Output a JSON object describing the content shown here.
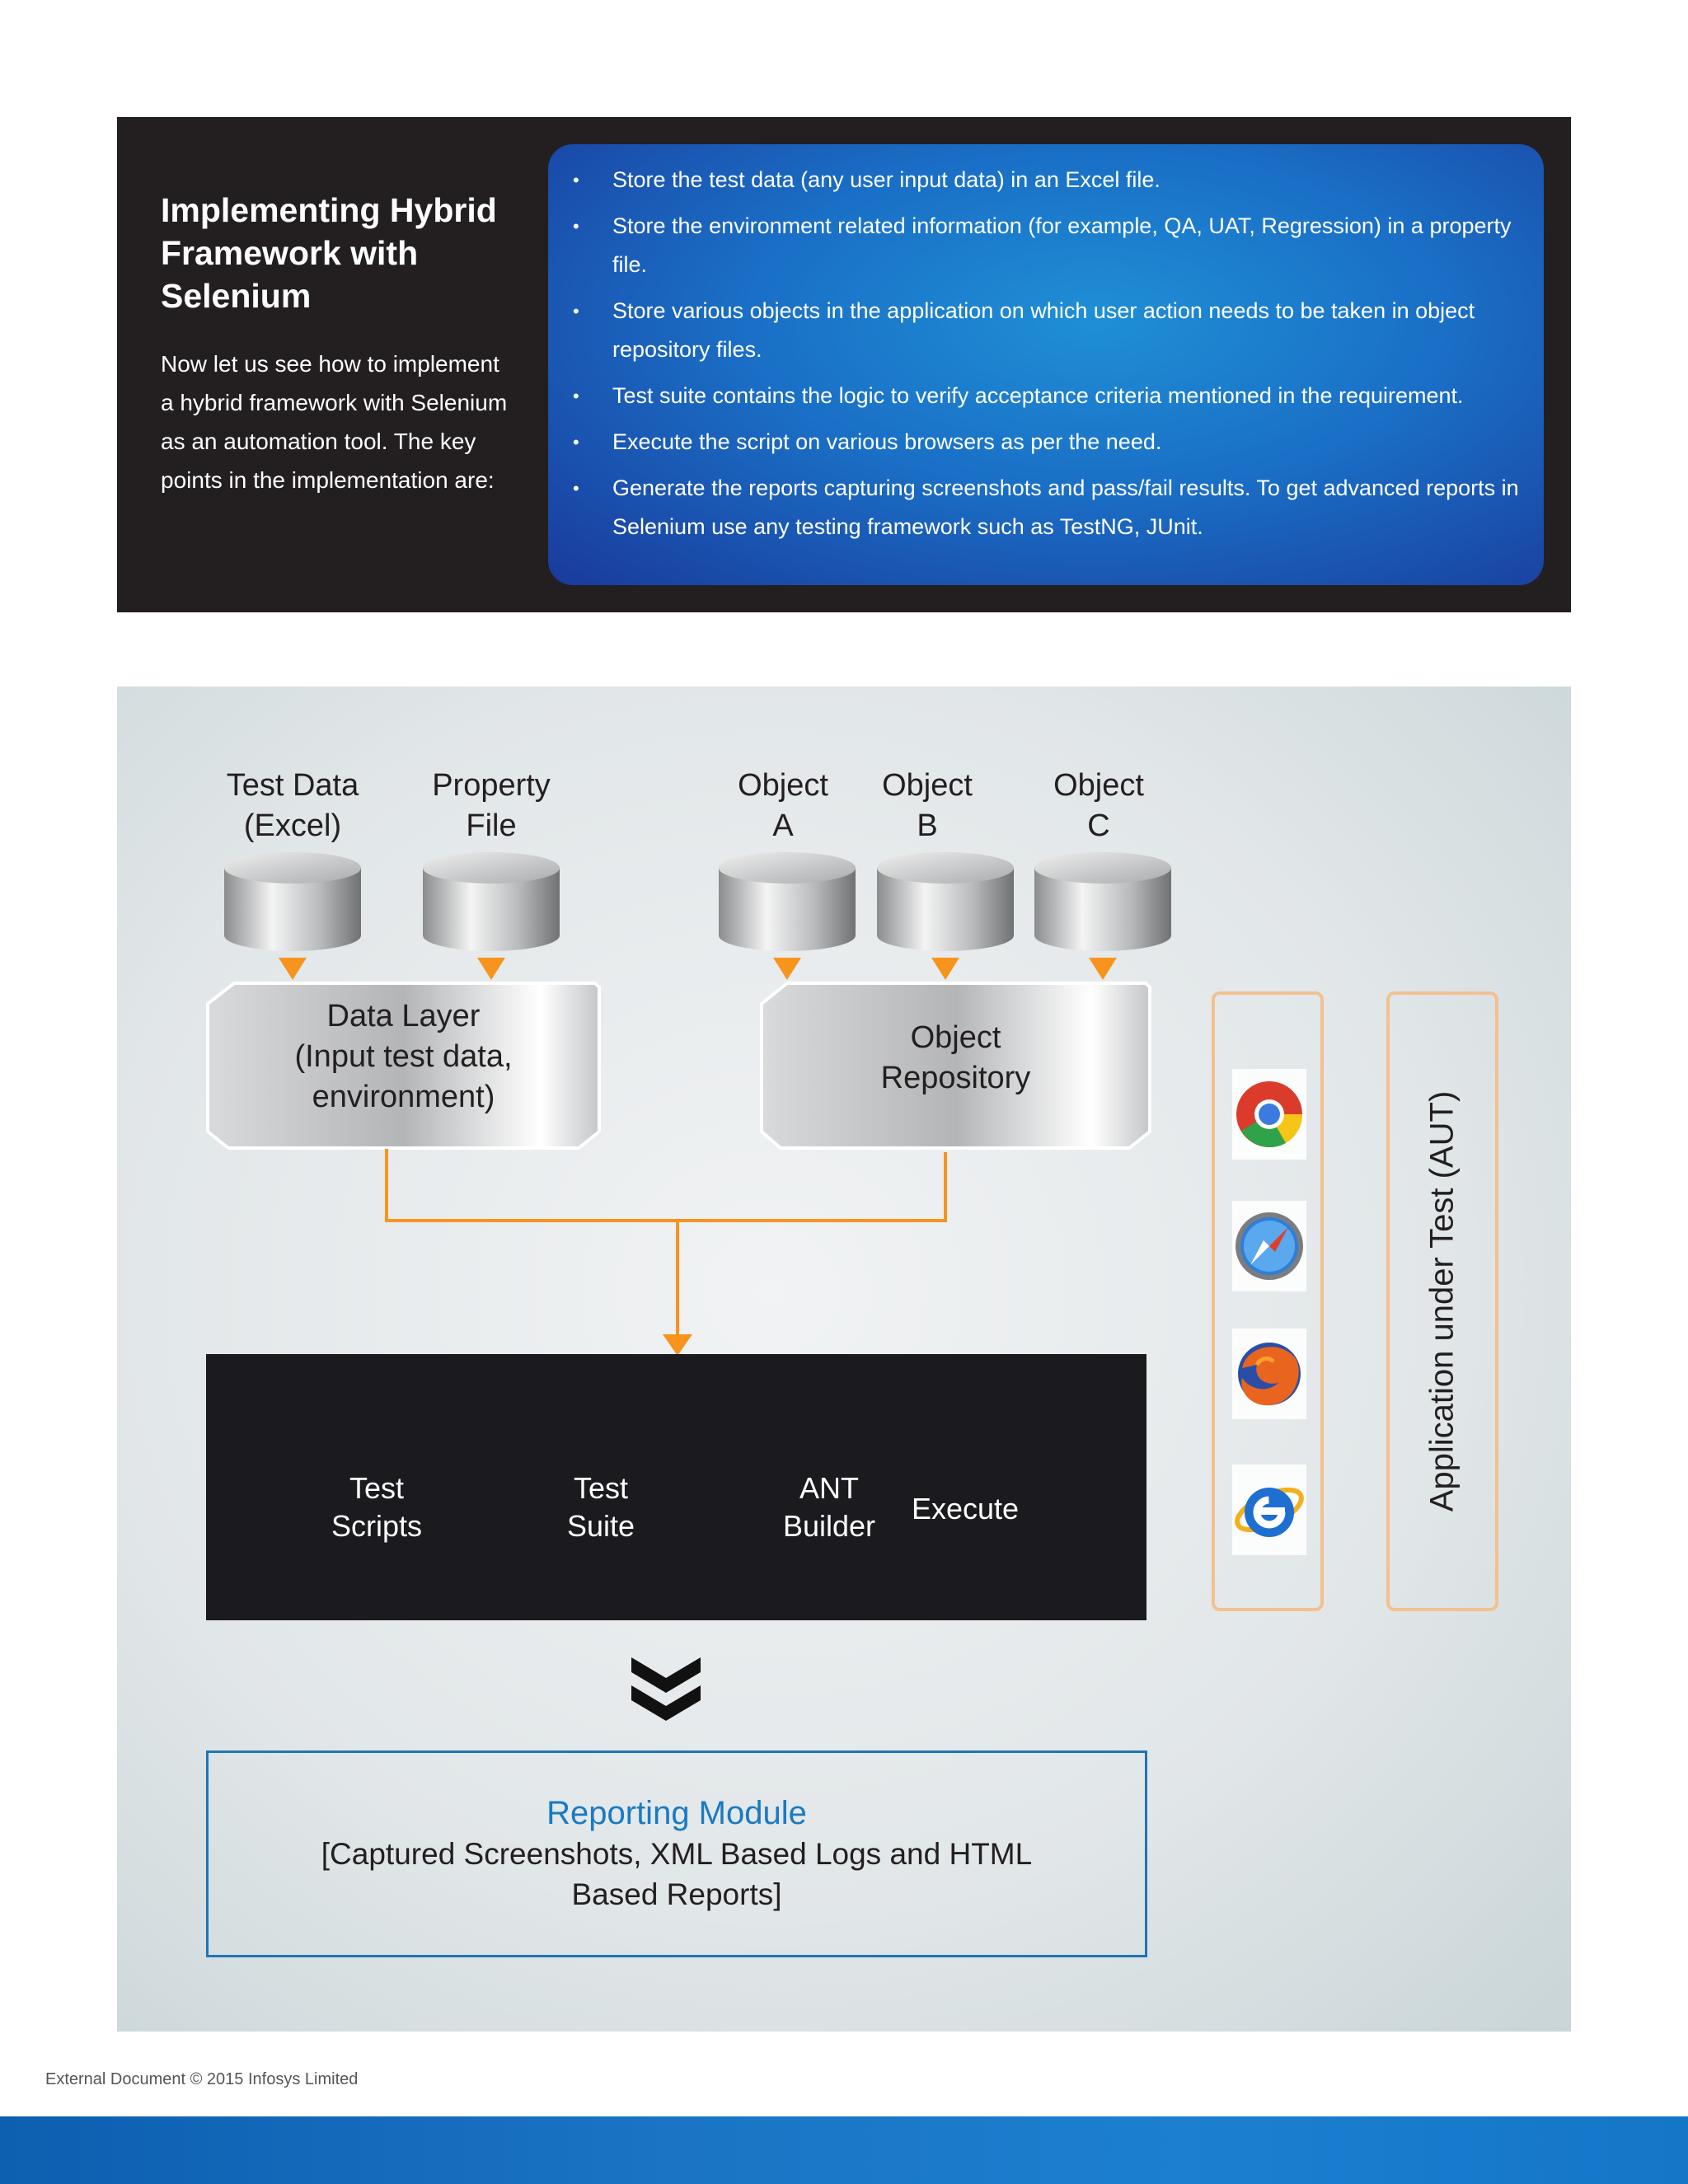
{
  "intro": {
    "title": "Implementing Hybrid Framework with Selenium",
    "text": "Now let us see how to implement a hybrid framework with Selenium as an automation tool. The key points in the implementation are:",
    "bullets": [
      "Store the test data (any user input data) in an Excel file.",
      "Store the environment related information (for example, QA, UAT, Regression) in a property file.",
      "Store various objects in the application on which user action needs to be taken in object repository files.",
      "Test suite contains the logic to verify acceptance criteria mentioned in the requirement.",
      "Execute the script on various browsers as per the need.",
      "Generate the reports capturing screenshots and pass/fail results. To get advanced reports in Selenium use any testing framework such as TestNG, JUnit."
    ]
  },
  "diagram": {
    "sources": {
      "test_data": {
        "line1": "Test Data",
        "line2": "(Excel)"
      },
      "property_file": {
        "line1": "Property",
        "line2": "File"
      },
      "object_a": {
        "line1": "Object",
        "line2": "A"
      },
      "object_b": {
        "line1": "Object",
        "line2": "B"
      },
      "object_c": {
        "line1": "Object",
        "line2": "C"
      }
    },
    "data_layer": {
      "line1": "Data Layer",
      "line2": "(Input test data,",
      "line3": "environment)"
    },
    "object_repository": {
      "line1": "Object",
      "line2": "Repository"
    },
    "stages": {
      "test_scripts": {
        "line1": "Test",
        "line2": "Scripts"
      },
      "test_suite": {
        "line1": "Test",
        "line2": "Suite"
      },
      "ant_builder": {
        "line1": "ANT",
        "line2": "Builder"
      },
      "execute": "Execute"
    },
    "reporting": {
      "title": "Reporting Module",
      "line1": "[Captured Screenshots, XML Based Logs and HTML",
      "line2": "Based Reports]"
    },
    "aut_label": "Application under Test (AUT)",
    "browsers": [
      "chrome-icon",
      "safari-icon",
      "firefox-icon",
      "internet-explorer-icon"
    ],
    "colors": {
      "accent_orange": "#f7941d",
      "stage_blue": "#1676c0",
      "report_blue": "#1a7ac2"
    }
  },
  "footer": {
    "note": "External Document © 2015 Infosys Limited"
  }
}
